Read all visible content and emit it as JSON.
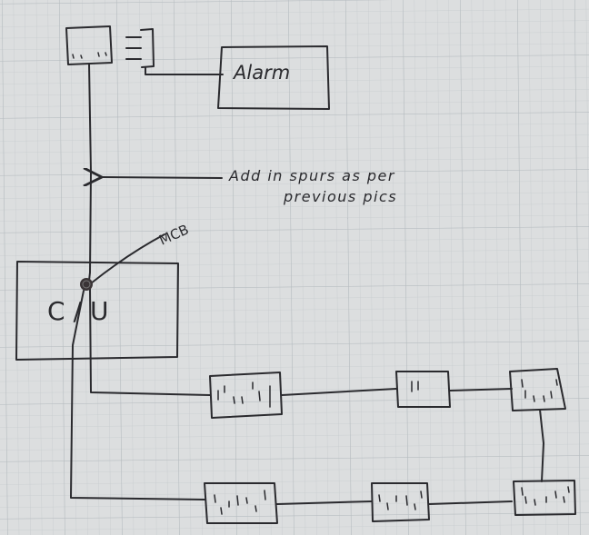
{
  "diagram": {
    "boxes": {
      "alarm": "Alarm",
      "consumer_unit": "C/U"
    },
    "annotations": {
      "spur_note_line1": "Add in spurs as per",
      "spur_note_line2": "previous pics",
      "breaker": "MCB"
    }
  },
  "colors": {
    "paper": "#dcdedf",
    "grid_minor": "#c3c8cb",
    "grid_major": "#b4babe",
    "ink": "#2a2a2e"
  }
}
